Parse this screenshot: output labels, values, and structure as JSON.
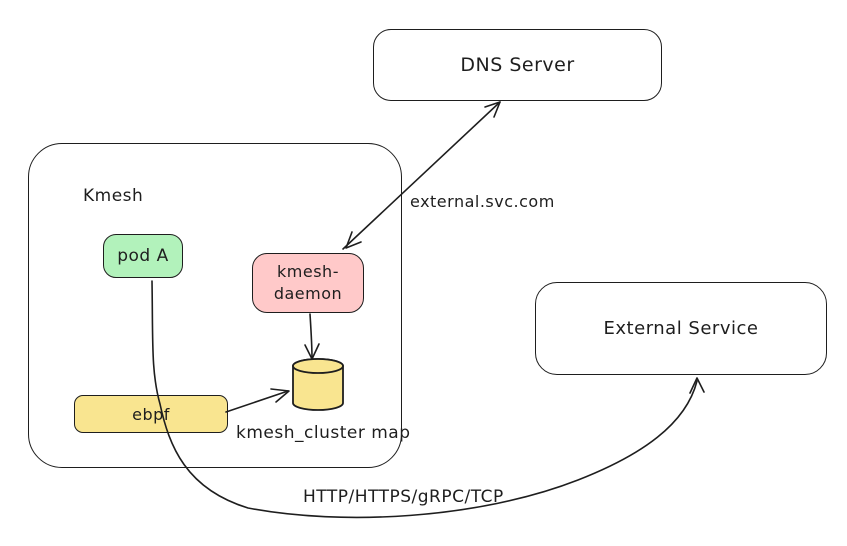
{
  "diagram_type": "architecture-diagram",
  "colors": {
    "stroke": "#1e1e1e",
    "background": "#ffffff",
    "pod_green": "#b2f2bb",
    "daemon_pink": "#ffc9c9",
    "ebpf_yellow": "#f9e590",
    "map_yellow": "#f9e590"
  },
  "nodes": {
    "dns_server": {
      "label": "DNS Server"
    },
    "kmesh": {
      "label": "Kmesh"
    },
    "pod_a": {
      "label": "pod A"
    },
    "kmesh_daemon": {
      "lines": [
        "kmesh-",
        "daemon"
      ]
    },
    "ebpf": {
      "label": "ebpf"
    },
    "cluster_map": {
      "label": "kmesh_cluster map"
    },
    "external_service": {
      "label": "External Service"
    }
  },
  "edges": {
    "daemon_dns": {
      "label": "external.svc.com",
      "direction": "bidirectional"
    },
    "daemon_map": {
      "direction": "daemon-to-map"
    },
    "ebpf_map": {
      "direction": "ebpf-to-map"
    },
    "pod_external": {
      "label": "HTTP/HTTPS/gRPC/TCP",
      "direction": "pod-to-external-service"
    }
  }
}
